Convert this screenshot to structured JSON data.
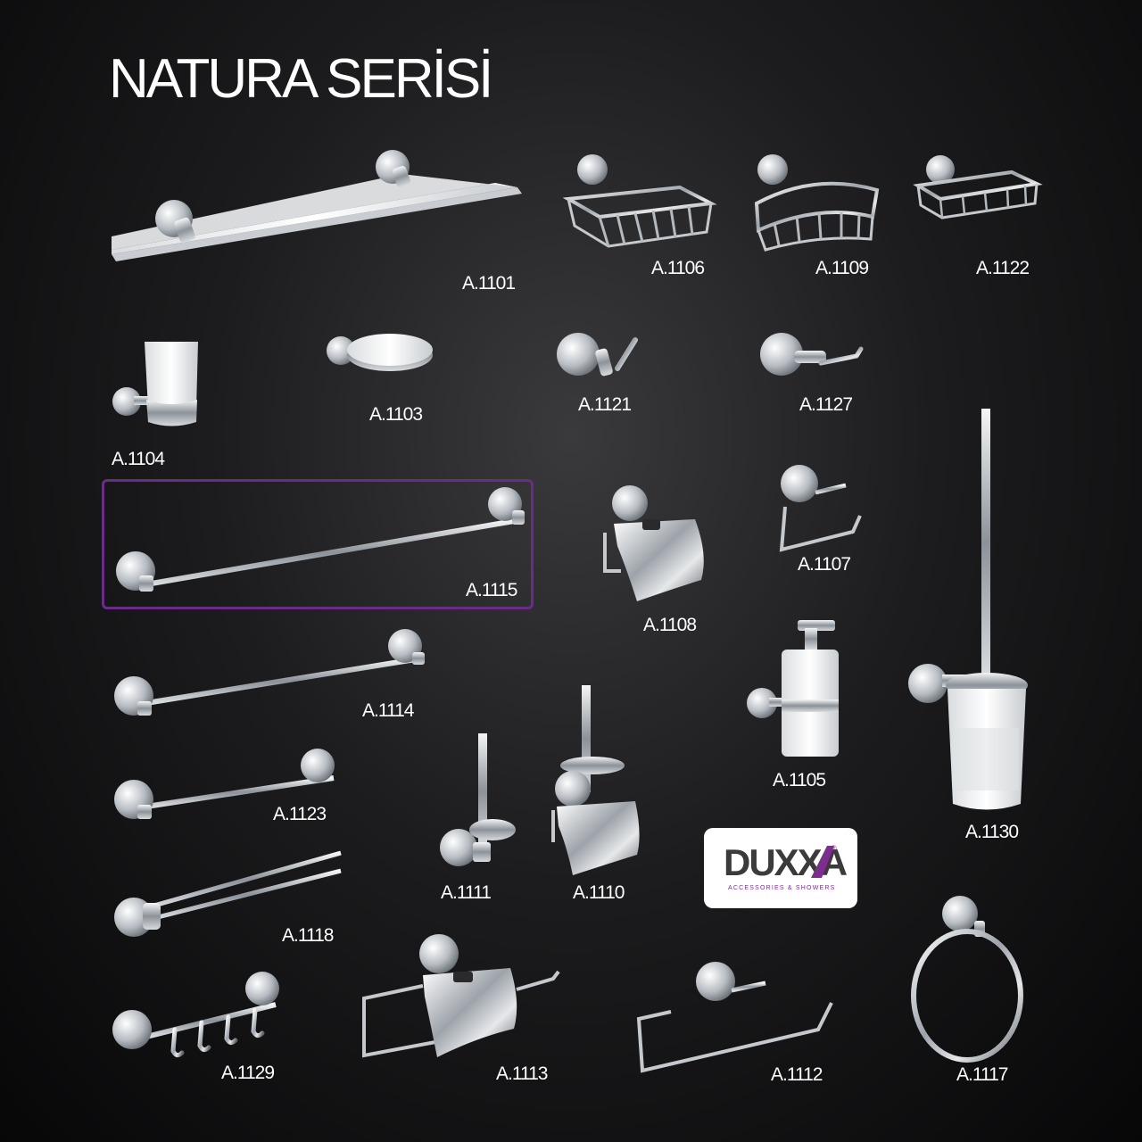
{
  "title": "NATURA SERİSİ",
  "products": [
    {
      "code": "A.1101",
      "icon": "glass-shelf-icon"
    },
    {
      "code": "A.1106",
      "icon": "wire-basket-icon"
    },
    {
      "code": "A.1109",
      "icon": "corner-basket-icon"
    },
    {
      "code": "A.1122",
      "icon": "soap-basket-icon"
    },
    {
      "code": "A.1104",
      "icon": "tumbler-holder-icon"
    },
    {
      "code": "A.1103",
      "icon": "soap-dish-icon"
    },
    {
      "code": "A.1121",
      "icon": "single-hook-icon"
    },
    {
      "code": "A.1127",
      "icon": "double-hook-icon"
    },
    {
      "code": "A.1115",
      "icon": "long-towel-bar-icon"
    },
    {
      "code": "A.1108",
      "icon": "covered-paper-holder-icon"
    },
    {
      "code": "A.1107",
      "icon": "open-paper-holder-icon"
    },
    {
      "code": "A.1114",
      "icon": "towel-bar-icon"
    },
    {
      "code": "A.1105",
      "icon": "soap-dispenser-icon"
    },
    {
      "code": "A.1130",
      "icon": "toilet-brush-icon"
    },
    {
      "code": "A.1123",
      "icon": "short-towel-bar-icon"
    },
    {
      "code": "A.1111",
      "icon": "spare-roll-holder-icon"
    },
    {
      "code": "A.1110",
      "icon": "combined-paper-holder-icon"
    },
    {
      "code": "A.1118",
      "icon": "double-towel-arm-icon"
    },
    {
      "code": "A.1129",
      "icon": "hook-rail-icon"
    },
    {
      "code": "A.1113",
      "icon": "wide-paper-holder-icon"
    },
    {
      "code": "A.1112",
      "icon": "towel-holder-icon"
    },
    {
      "code": "A.1117",
      "icon": "towel-ring-icon"
    }
  ],
  "brand": {
    "name": "DUXXA",
    "registered": "®",
    "tagline": "ACCESSORIES & SHOWERS",
    "icon": "duxxa-logo-icon"
  },
  "colors": {
    "background": "#1c1c1e",
    "text": "#ffffff",
    "highlight": "#6a2d86",
    "brand_accent": "#7b2e8e"
  }
}
